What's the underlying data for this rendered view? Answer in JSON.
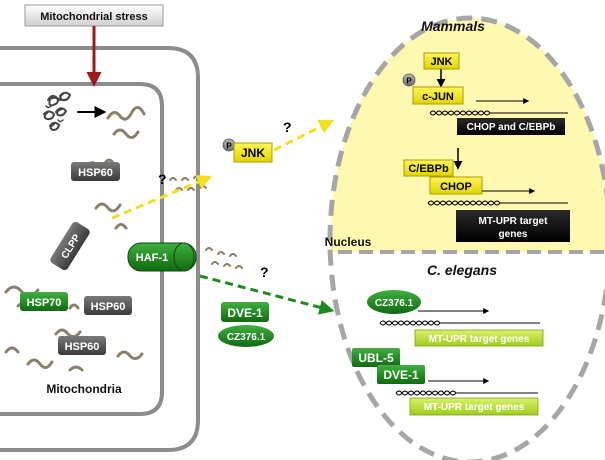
{
  "labels": {
    "stress": "Mitochondrial stress",
    "mammals": "Mammals",
    "elegans": "C. elegans",
    "nucleus": "Nucleus",
    "mitochondria": "Mitochondria",
    "question": "?"
  },
  "proteins": {
    "hsp60": "HSP60",
    "hsp70": "HSP70",
    "clpp": "CLPP",
    "haf1": "HAF-1",
    "jnk": "JNK",
    "phospho": "P",
    "cjun": "c-JUN",
    "cebpb": "C/EBPb",
    "chop": "CHOP",
    "dve1": "DVE-1",
    "cz376": "CZ376.1",
    "ubl5": "UBL-5"
  },
  "genes": {
    "chop_cebpb": "CHOP and C/EBPb",
    "mt_upr_line1": "MT-UPR target",
    "mt_upr_line2": "genes",
    "mt_upr_genes": "MT-UPR target genes"
  },
  "colors": {
    "arrow_red": "#a01818",
    "jnk_path": "#f0e020",
    "haf_path": "#1e8a1e",
    "nucleus_top": "#fff8b0",
    "membrane": "#8c8c8c",
    "nucleus_border": "#a6a6a6"
  }
}
